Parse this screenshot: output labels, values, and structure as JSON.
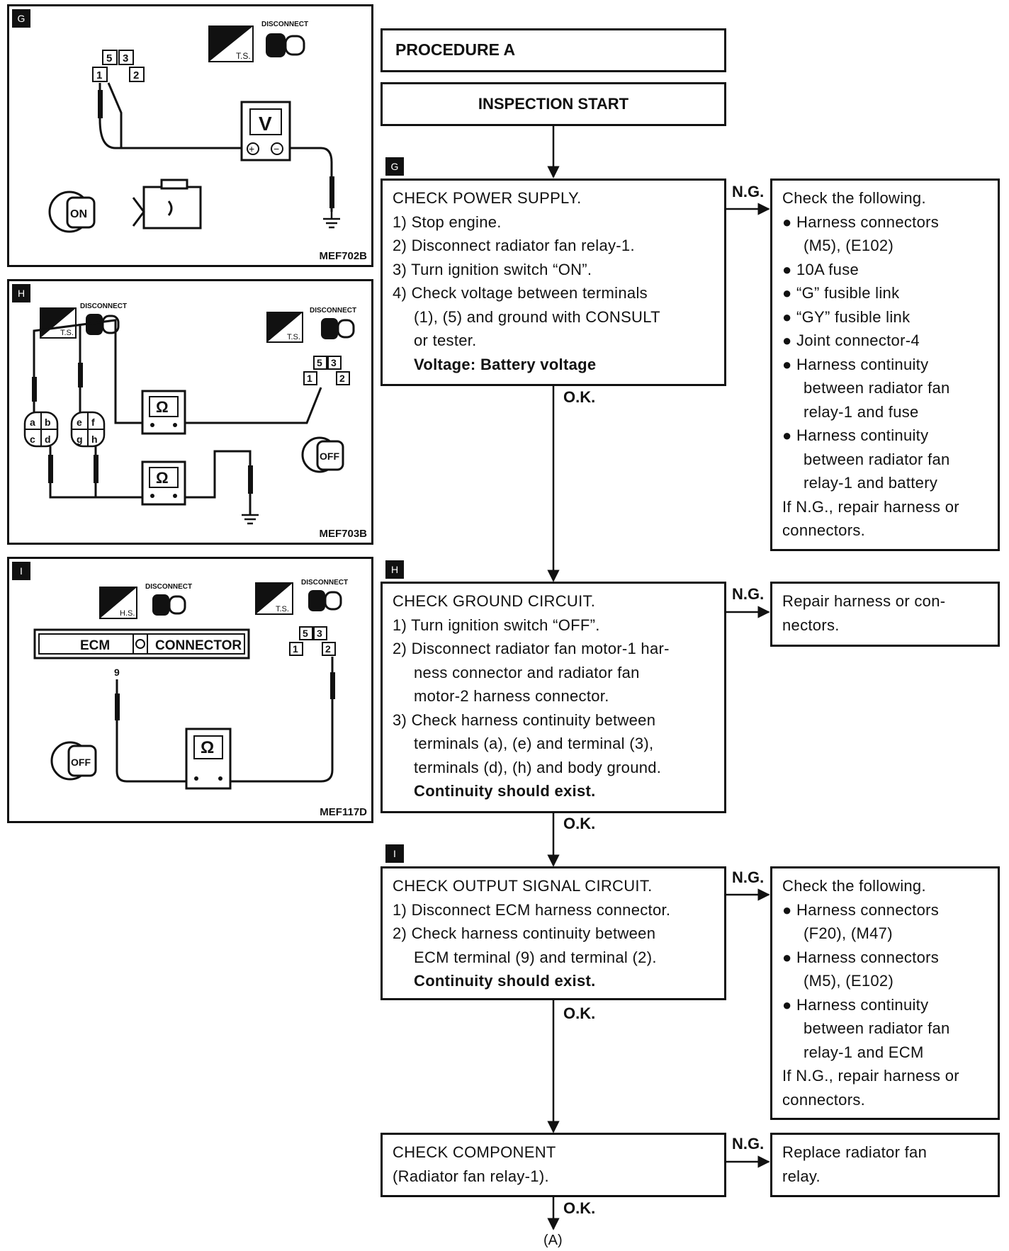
{
  "procedure_title": "PROCEDURE A",
  "start_label": "INSPECTION START",
  "flow_labels": {
    "ng": "N.G.",
    "ok": "O.K.",
    "end": "(A)"
  },
  "steps": [
    {
      "badge": "G",
      "lines": [
        "CHECK POWER SUPPLY.",
        "1) Stop engine.",
        "2) Disconnect radiator fan relay-1.",
        "3) Turn ignition switch “ON”.",
        "4) Check voltage between terminals",
        "(1), (5)  and ground with CONSULT",
        "or tester.",
        "Voltage: Battery voltage"
      ],
      "ng_lines": [
        "Check the following.",
        "● Harness connectors",
        "(M5), (E102)",
        "● 10A fuse",
        "● “G” fusible link",
        "● “GY” fusible link",
        "● Joint connector-4",
        "● Harness continuity",
        "between radiator fan",
        "relay-1 and fuse",
        "● Harness continuity",
        "between radiator fan",
        "relay-1 and battery",
        "If N.G., repair harness or",
        "connectors."
      ]
    },
    {
      "badge": "H",
      "lines": [
        "CHECK GROUND CIRCUIT.",
        "1) Turn ignition switch “OFF”.",
        "2) Disconnect radiator fan motor-1 har-",
        "ness connector and radiator fan",
        "motor-2 harness connector.",
        "3) Check harness continuity between",
        "terminals (a), (e) and terminal (3),",
        "terminals (d), (h) and body ground.",
        "Continuity should exist."
      ],
      "ng_lines": [
        "Repair harness or con-",
        "nectors."
      ]
    },
    {
      "badge": "I",
      "lines": [
        "CHECK OUTPUT SIGNAL CIRCUIT.",
        "1) Disconnect ECM harness connector.",
        "2) Check harness continuity between",
        "ECM terminal (9) and terminal (2).",
        "Continuity should exist."
      ],
      "ng_lines": [
        "Check the following.",
        "● Harness connectors",
        "(F20), (M47)",
        "● Harness connectors",
        "(M5), (E102)",
        "● Harness continuity",
        "between radiator fan",
        "relay-1 and ECM",
        "If N.G., repair harness or",
        "connectors."
      ]
    },
    {
      "badge": "",
      "lines": [
        "CHECK COMPONENT",
        "(Radiator fan relay-1)."
      ],
      "ng_lines": [
        "Replace radiator fan",
        "relay."
      ]
    }
  ],
  "figures": [
    {
      "badge": "G",
      "id": "MEF702B",
      "disconnect": "DISCONNECT",
      "ts": "T.S.",
      "meter": "V",
      "key": "ON",
      "terminals": [
        "5",
        "3",
        "1",
        "2"
      ]
    },
    {
      "badge": "H",
      "id": "MEF703B",
      "disconnect": "DISCONNECT",
      "ts": "T.S.",
      "meter": "Ω",
      "key": "OFF",
      "terminals": [
        "5",
        "3",
        "1",
        "2"
      ],
      "conn_a": [
        "a",
        "b",
        "c",
        "d"
      ],
      "conn_b": [
        "e",
        "f",
        "g",
        "h"
      ]
    },
    {
      "badge": "I",
      "id": "MEF117D",
      "disconnect": "DISCONNECT",
      "hs": "H.S.",
      "ts": "T.S.",
      "meter": "Ω",
      "key": "OFF",
      "ecm_label": "ECM",
      "connector_label": "CONNECTOR",
      "ecm_terminal": "9",
      "terminals": [
        "5",
        "3",
        "1",
        "2"
      ]
    }
  ]
}
